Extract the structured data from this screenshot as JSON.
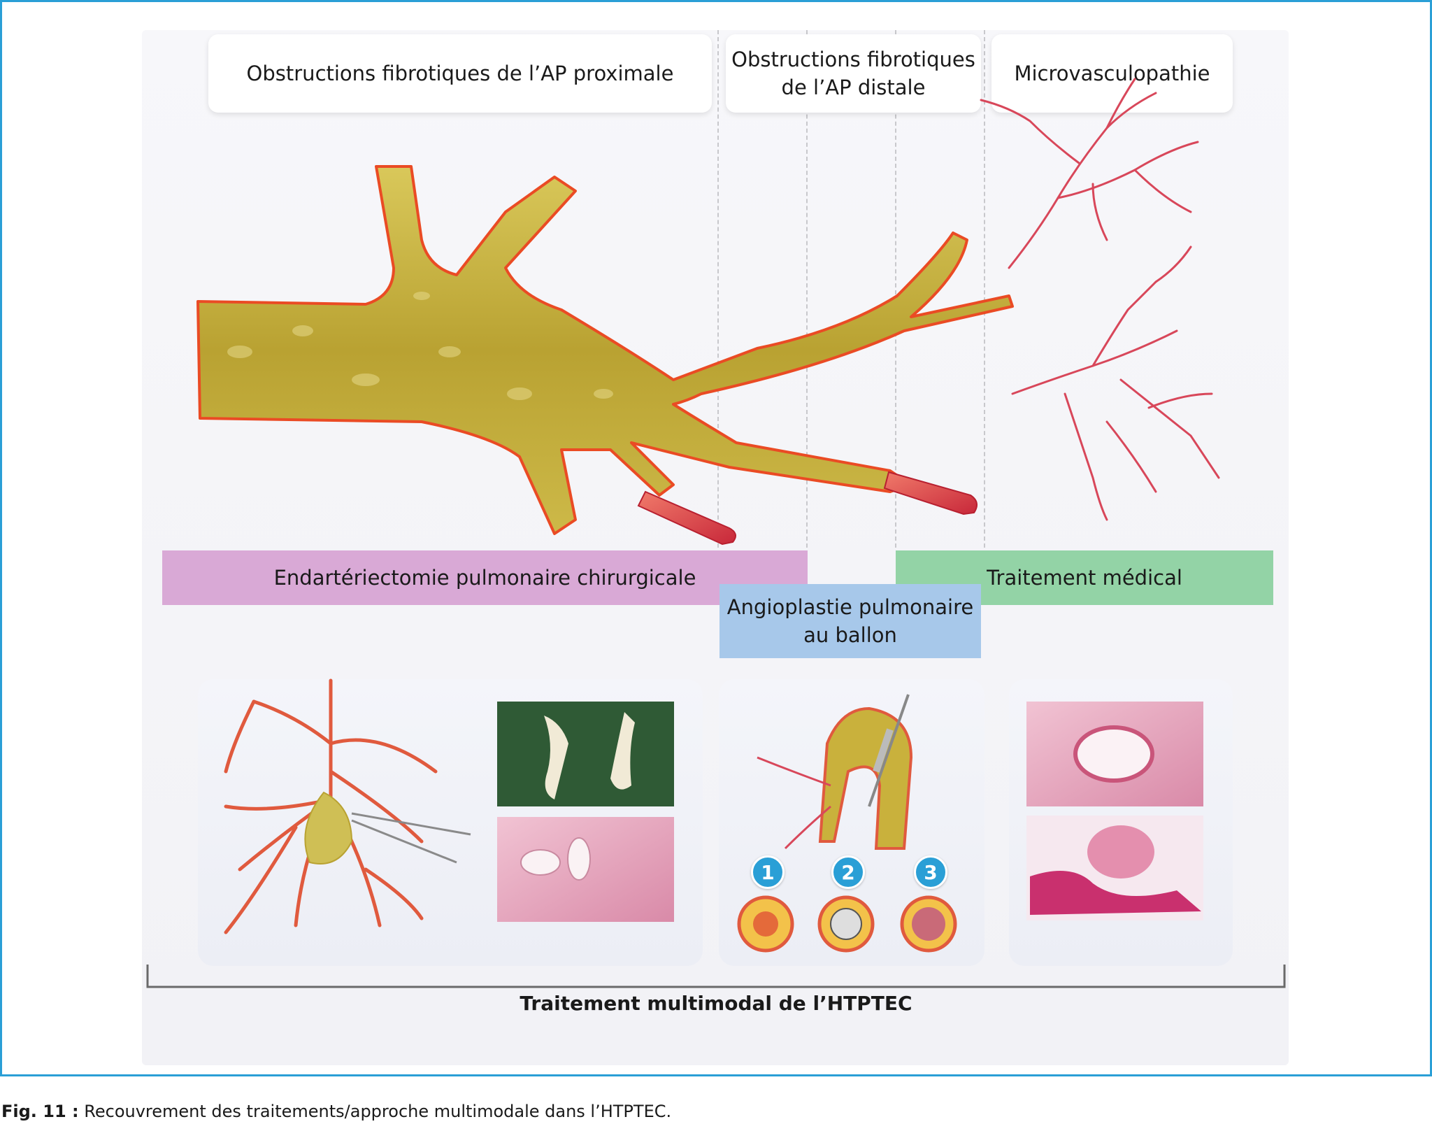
{
  "zones": {
    "proximal": "Obstructions fibrotiques de l’AP proximale",
    "distal_line1": "Obstructions fibrotiques",
    "distal_line2": "de l’AP distale",
    "micro": "Microvasculopathie"
  },
  "treatments": {
    "surgery": "Endartériectomie pulmonaire chirurgicale",
    "balloon_line1": "Angioplastie pulmonaire",
    "balloon_line2": "au ballon",
    "medical": "Traitement médical"
  },
  "steps": [
    "1",
    "2",
    "3"
  ],
  "footer_title": "Traitement multimodal de l’HTPTEC",
  "caption": {
    "label": "Fig. 11 :",
    "text": "Recouvrement des traitements/approche multimodale dans l’HTPTEC."
  },
  "colors": {
    "frame": "#2a9fd6",
    "surgery_bar": "#d9a9d6",
    "balloon_bar": "#a7c8ea",
    "medical_bar": "#93d3a6",
    "vessel_wall": "#e8502a",
    "vessel_fill": "#c9b13c"
  }
}
